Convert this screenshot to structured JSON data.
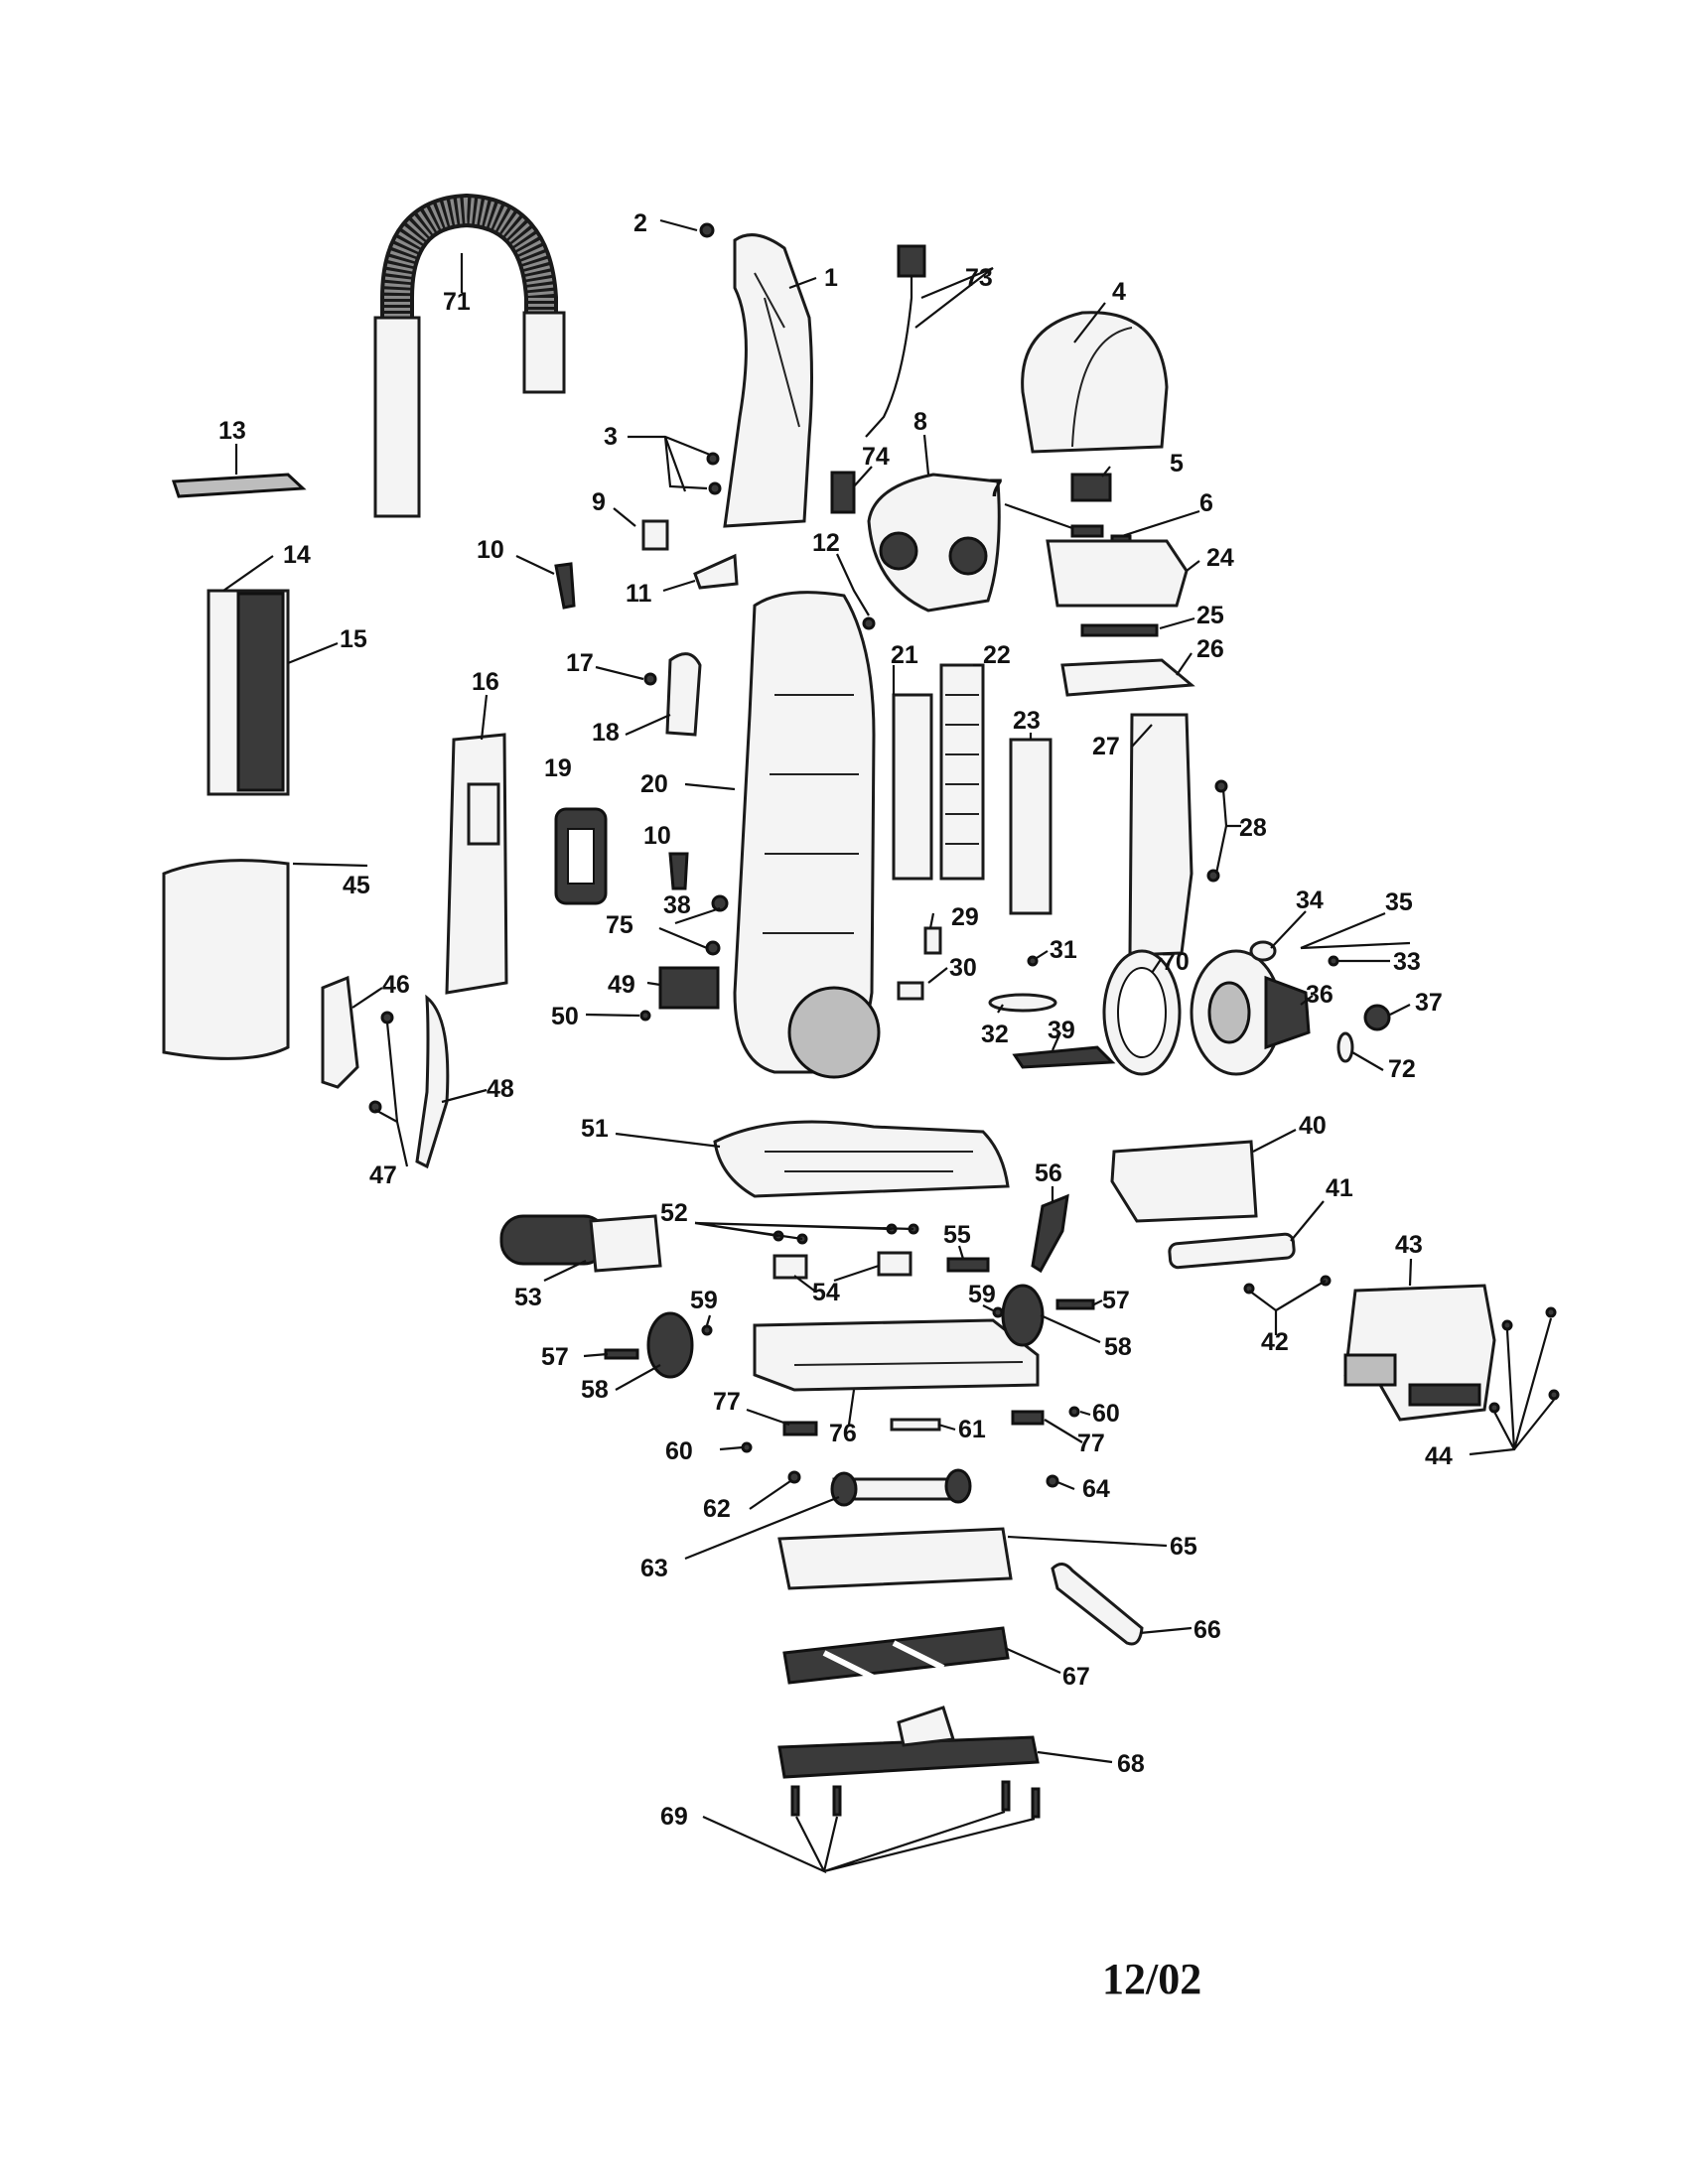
{
  "callouts": {
    "c1": "1",
    "c2": "2",
    "c3": "3",
    "c4": "4",
    "c5": "5",
    "c6": "6",
    "c7": "7",
    "c8": "8",
    "c9": "9",
    "c10a": "10",
    "c10b": "10",
    "c11": "11",
    "c12": "12",
    "c13": "13",
    "c14": "14",
    "c15": "15",
    "c16": "16",
    "c17": "17",
    "c18": "18",
    "c19": "19",
    "c20": "20",
    "c21": "21",
    "c22": "22",
    "c23": "23",
    "c24": "24",
    "c25": "25",
    "c26": "26",
    "c27": "27",
    "c28": "28",
    "c29": "29",
    "c30": "30",
    "c31": "31",
    "c32": "32",
    "c33": "33",
    "c34": "34",
    "c35": "35",
    "c36": "36",
    "c37": "37",
    "c38": "38",
    "c39": "39",
    "c40": "40",
    "c41": "41",
    "c42": "42",
    "c43": "43",
    "c44": "44",
    "c45": "45",
    "c46": "46",
    "c47": "47",
    "c48": "48",
    "c49": "49",
    "c50": "50",
    "c51": "51",
    "c52": "52",
    "c53": "53",
    "c54": "54",
    "c55": "55",
    "c56": "56",
    "c57a": "57",
    "c57b": "57",
    "c58a": "58",
    "c58b": "58",
    "c59a": "59",
    "c59b": "59",
    "c60a": "60",
    "c60b": "60",
    "c61": "61",
    "c62": "62",
    "c63": "63",
    "c64": "64",
    "c65": "65",
    "c66": "66",
    "c67": "67",
    "c68": "68",
    "c69": "69",
    "c70": "70",
    "c71": "71",
    "c72": "72",
    "c73": "73",
    "c74": "74",
    "c75": "75",
    "c76": "76",
    "c77a": "77",
    "c77b": "77"
  },
  "date": "12/02"
}
